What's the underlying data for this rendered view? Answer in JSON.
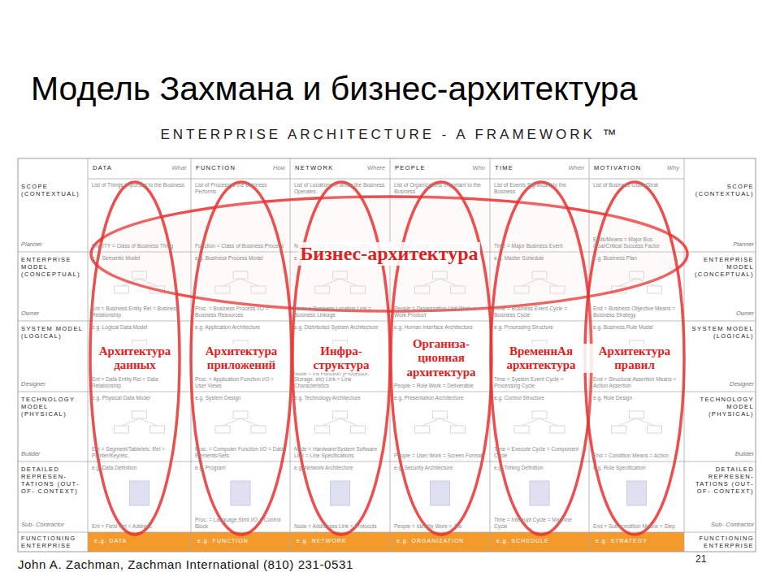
{
  "diagram": {
    "title": "Модель Захмана и бизнес-архитектура",
    "nodes": [
      {
        "text": [
          "Бизнес-архитектура"
        ]
      },
      {
        "text": [
          "Архитектура данных"
        ]
      },
      {
        "text": [
          "Архитектура приложений"
        ]
      },
      {
        "text": [
          "Инфра- структура"
        ]
      },
      {
        "text": [
          "Организа- ционная архитектура"
        ]
      },
      {
        "text": [
          "ВременнАя архитектура"
        ]
      },
      {
        "text": [
          "Архитектура правил"
        ]
      }
    ],
    "labels": [
      "ENTERPRISE ARCHITECTURE - A FRAMEWORK ™",
      "DATA",
      "What",
      "FUNCTION",
      "How",
      "NETWORK",
      "Where",
      "PEOPLE",
      "Who",
      "TIME",
      "When",
      "MOTIVATION",
      "Why",
      "SCOPE (CONTEXTUAL)",
      "Planner",
      "ENTERPRISE MODEL (CONCEPTUAL)",
      "Owner",
      "SYSTEM MODEL (LOGICAL)",
      "Designer",
      "TECHNOLOGY MODEL (PHYSICAL)",
      "Builder",
      "DETAILED REPRESEN- TATIONS (OUT-OF- CONTEXT)",
      "Sub- Contractor",
      "FUNCTIONING ENTERPRISE",
      "SCOPE (CONTEXTUAL)",
      "Planner",
      "ENTERPRISE MODEL (CONCEPTUAL)",
      "Owner",
      "SYSTEM MODEL (LOGICAL)",
      "Designer",
      "TECHNOLOGY MODEL (PHYSICAL)",
      "Builder",
      "DETAILED REPRESEN- TATIONS (OUT-OF- CONTEXT)",
      "Sub- Contractor",
      "FUNCTIONING ENTERPRISE",
      "List of Things Important to the Business",
      "ENTITY = Class of Business Thing",
      "List of Processes the Business Performs",
      "Function = Class of Business Process",
      "List of Locations in which the Business Operates",
      "Node = Major Business Location",
      "List of Organizations Important to the Business",
      "People = Major Organizations",
      "List of Events Significant to the Business",
      "Time = Major Business Event",
      "List of Business Goals/Strat",
      "Ends/Means = Major Bus. Goal/Critical Success Factor",
      "e.g. Semantic Model",
      "Ent = Business Entity Rel = Business Relationship",
      "e.g. Business Process Model",
      "Proc. = Business Process I/O = Business Resources",
      "e.g. Business Logistics System",
      "Node = Business Location Link = Business Linkage",
      "e.g. Work Flow Model",
      "People = Organization Unit Work = Work Product",
      "e.g. Master Schedule",
      "Time = Business Event Cycle = Business Cycle",
      "e.g. Business Plan",
      "End = Business Objective Means = Business Strategy",
      "e.g. Logical Data Model",
      "Ent = Data Entity Rel = Data Relationship",
      "e.g. Application Architecture",
      "Proc. = Application Function I/O = User Views",
      "e.g. Distributed System Architecture",
      "Node = I/S Function (Processor, Storage, etc) Link = Line Characteristics",
      "e.g. Human Interface Architecture",
      "People = Role Work = Deliverable",
      "e.g. Processing Structure",
      "Time = System Event Cycle = Processing Cycle",
      "e.g. Business Rule Model",
      "End = Structural Assertion Means = Action Assertion",
      "e.g. Physical Data Model",
      "Ent = Segment/Table/etc. Rel = Pointer/Key/etc.",
      "e.g. System Design",
      "Proc. = Computer Function I/O = Data Elements/Sets",
      "e.g. Technology Architecture",
      "Node = Hardware/System Software Link = Line Specifications",
      "e.g. Presentation Architecture",
      "People = User Work = Screen Format",
      "e.g. Control Structure",
      "Time = Execute Cycle = Component Cycle",
      "e.g. Rule Design",
      "End = Condition Means = Action",
      "e.g. Data Definition",
      "Ent = Field Rel = Address",
      "e.g. Program",
      "Proc. = Language Stmt I/O = Control Block",
      "e.g. Network Architecture",
      "Node = Addresses Link = Protocols",
      "e.g. Security Architecture",
      "People = Identity Work = Job",
      "e.g. Timing Definition",
      "Time = Interrupt Cycle = Machine Cycle",
      "e.g. Rule Specification",
      "End = Sub-condition Means = Step",
      "e.g. DATA",
      "e.g. FUNCTION",
      "e.g. NETWORK",
      "e.g. ORGANIZATION",
      "e.g. SCHEDULE",
      "e.g. STRATEGY",
      "John A. Zachman, Zachman International (810) 231-0531",
      "21"
    ]
  }
}
